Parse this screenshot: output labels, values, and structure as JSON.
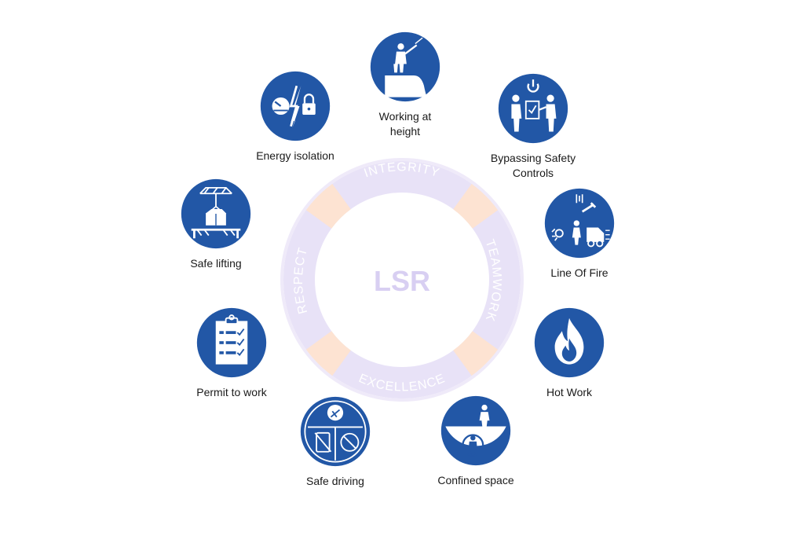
{
  "center": {
    "title": "LSR"
  },
  "values": [
    "INTEGRITY",
    "TEAMWORK",
    "EXCELLENCE",
    "RESPECT"
  ],
  "colors": {
    "badge": "#2257a6",
    "ring": "#e8e2f7",
    "ring_accent": "#fde3d2",
    "value_text": "#ffffff",
    "center_text": "#d8cff2",
    "label_text": "#1a1a1a"
  },
  "rules": [
    {
      "id": "working-at-height",
      "label_lines": [
        "Working at",
        "height"
      ],
      "icon": "worker-harness-icon"
    },
    {
      "id": "bypassing-safety-controls",
      "label_lines": [
        "Bypassing Safety",
        "Controls"
      ],
      "icon": "power-checklist-icon"
    },
    {
      "id": "line-of-fire",
      "label_lines": [
        "Line Of Fire"
      ],
      "icon": "falling-object-vehicle-icon"
    },
    {
      "id": "hot-work",
      "label_lines": [
        "Hot Work"
      ],
      "icon": "flame-icon"
    },
    {
      "id": "confined-space",
      "label_lines": [
        "Confined space"
      ],
      "icon": "confined-space-icon"
    },
    {
      "id": "safe-driving",
      "label_lines": [
        "Safe driving"
      ],
      "icon": "seatbelt-no-phone-icon"
    },
    {
      "id": "permit-to-work",
      "label_lines": [
        "Permit to work"
      ],
      "icon": "clipboard-icon"
    },
    {
      "id": "safe-lifting",
      "label_lines": [
        "Safe  lifting"
      ],
      "icon": "crane-load-icon"
    },
    {
      "id": "energy-isolation",
      "label_lines": [
        "Energy  isolation"
      ],
      "icon": "lockout-icon"
    }
  ]
}
